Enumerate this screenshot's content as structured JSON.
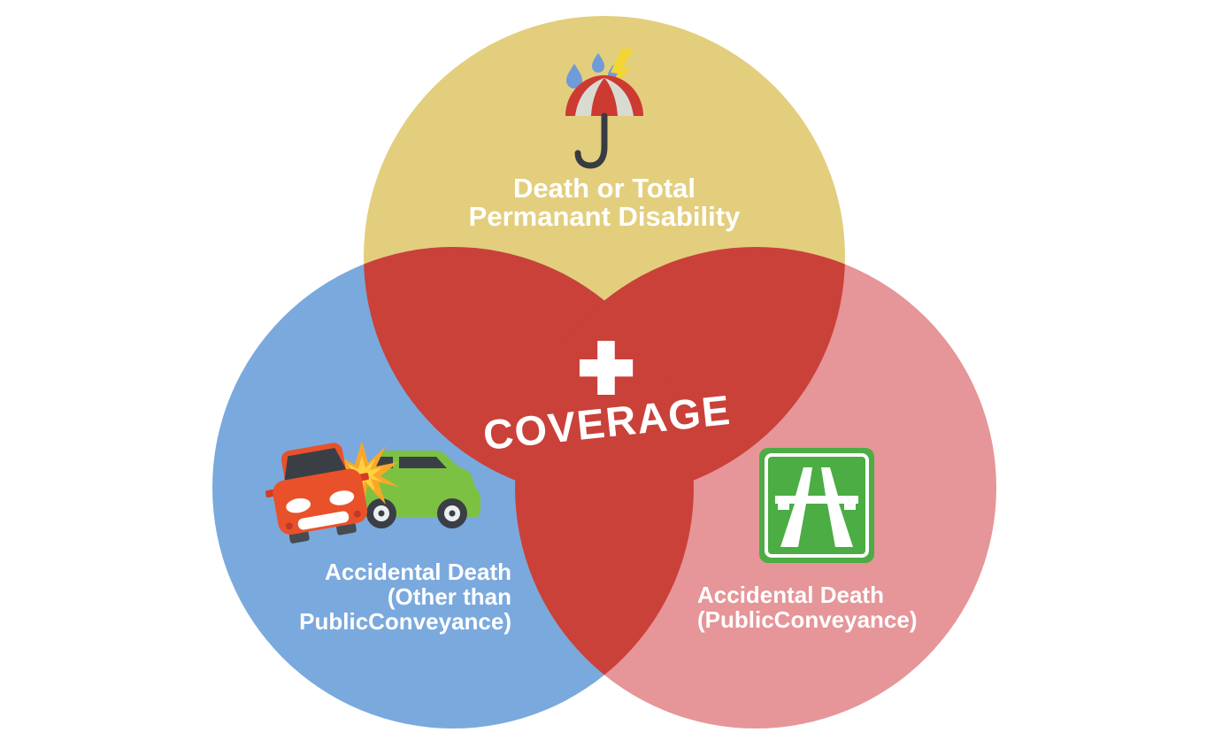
{
  "venn": {
    "top": {
      "line1": "Death or Total",
      "line2": "Permanant Disability"
    },
    "left": {
      "line1": "Accidental Death",
      "line2": "(Other than",
      "line3": "PublicConveyance)"
    },
    "right": {
      "line1": "Accidental Death",
      "line2": "(PublicConveyance)"
    },
    "center": {
      "plus": "+",
      "label": "COVERAGE"
    }
  },
  "colors": {
    "background": "#ffffff",
    "top_circle": "#e3ce7d",
    "left_circle": "#7aa9dd",
    "right_circle": "#e69598",
    "overlap": "#ca4139",
    "label_text": "#ffffff",
    "umbrella_red": "#cd3a32",
    "umbrella_white": "#d9dbd3",
    "raindrop_blue": "#6f9bd8",
    "lightning_yellow": "#f3d634",
    "sign_green": "#4bad43",
    "suv_green": "#7cc142",
    "car_orange": "#e8512a",
    "burst_orange": "#f7a82a",
    "burst_yellow": "#ffd23f"
  },
  "icons": {
    "top": "umbrella-rain-lightning-icon",
    "left": "car-collision-icon",
    "right": "motorway-sign-icon"
  }
}
